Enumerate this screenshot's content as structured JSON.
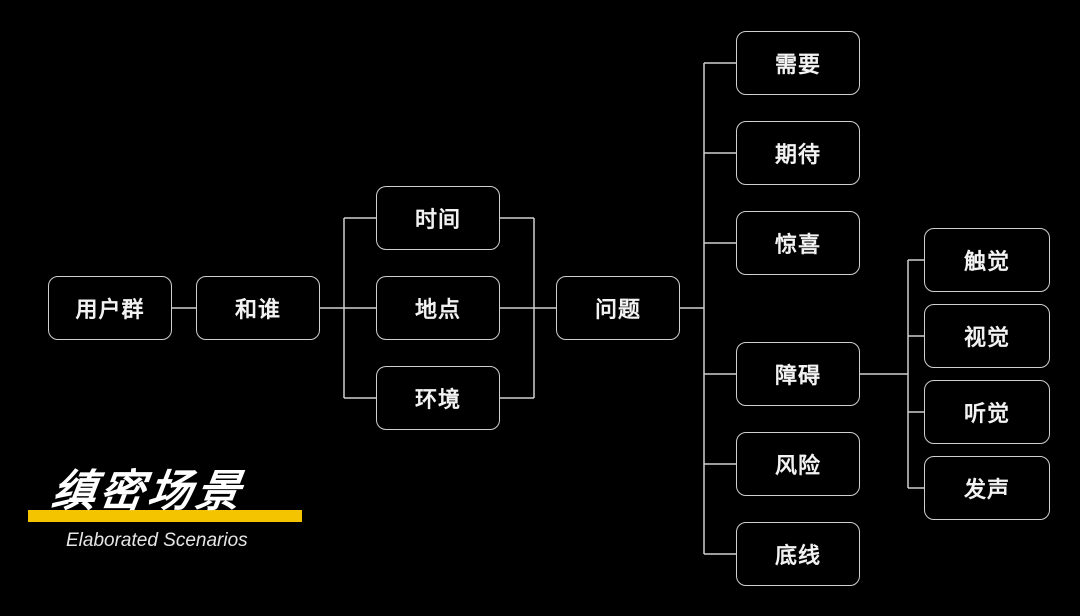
{
  "diagram": {
    "root": "用户群",
    "who": "和谁",
    "context": [
      "时间",
      "地点",
      "环境"
    ],
    "issue": "问题",
    "issue_types": [
      "需要",
      "期待",
      "惊喜",
      "障碍",
      "风险",
      "底线"
    ],
    "barrier_senses": [
      "触觉",
      "视觉",
      "听觉",
      "发声"
    ]
  },
  "brand": {
    "title": "缜密场景",
    "subtitle": "Elaborated Scenarios",
    "accent_color": "#f5c400"
  },
  "colors": {
    "background": "#000000",
    "line": "#cfcfcf",
    "text": "#f2f2f2"
  }
}
